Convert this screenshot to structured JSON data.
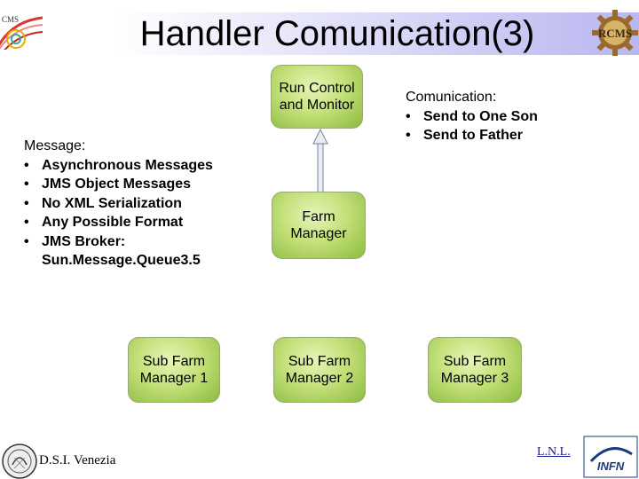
{
  "title": "Handler Comunication(3)",
  "logos": {
    "left": "CMS",
    "right": "RCMS"
  },
  "boxes": {
    "run_control": "Run Control\nand Monitor",
    "farm_manager": "Farm\nManager",
    "sub1": "Sub Farm\nManager 1",
    "sub2": "Sub Farm\nManager 2",
    "sub3": "Sub Farm\nManager 3"
  },
  "message": {
    "heading": "Message:",
    "bullets": [
      "Asynchronous Messages",
      "JMS Object Messages",
      "No XML Serialization",
      "Any Possible Format",
      "JMS Broker:",
      "Sun.Message.Queue3.5"
    ]
  },
  "comunication": {
    "heading": "Comunication:",
    "bullets": [
      "Send to One Son",
      "Send to Father"
    ]
  },
  "footer": {
    "left": "D.S.I. Venezia",
    "right": "L.N.L.",
    "infn_logo": "INFN"
  },
  "colors": {
    "box_green": "#a6cc5a",
    "title_gradient_end": "#b9b6f0",
    "link_blue": "#1a1a8c"
  }
}
